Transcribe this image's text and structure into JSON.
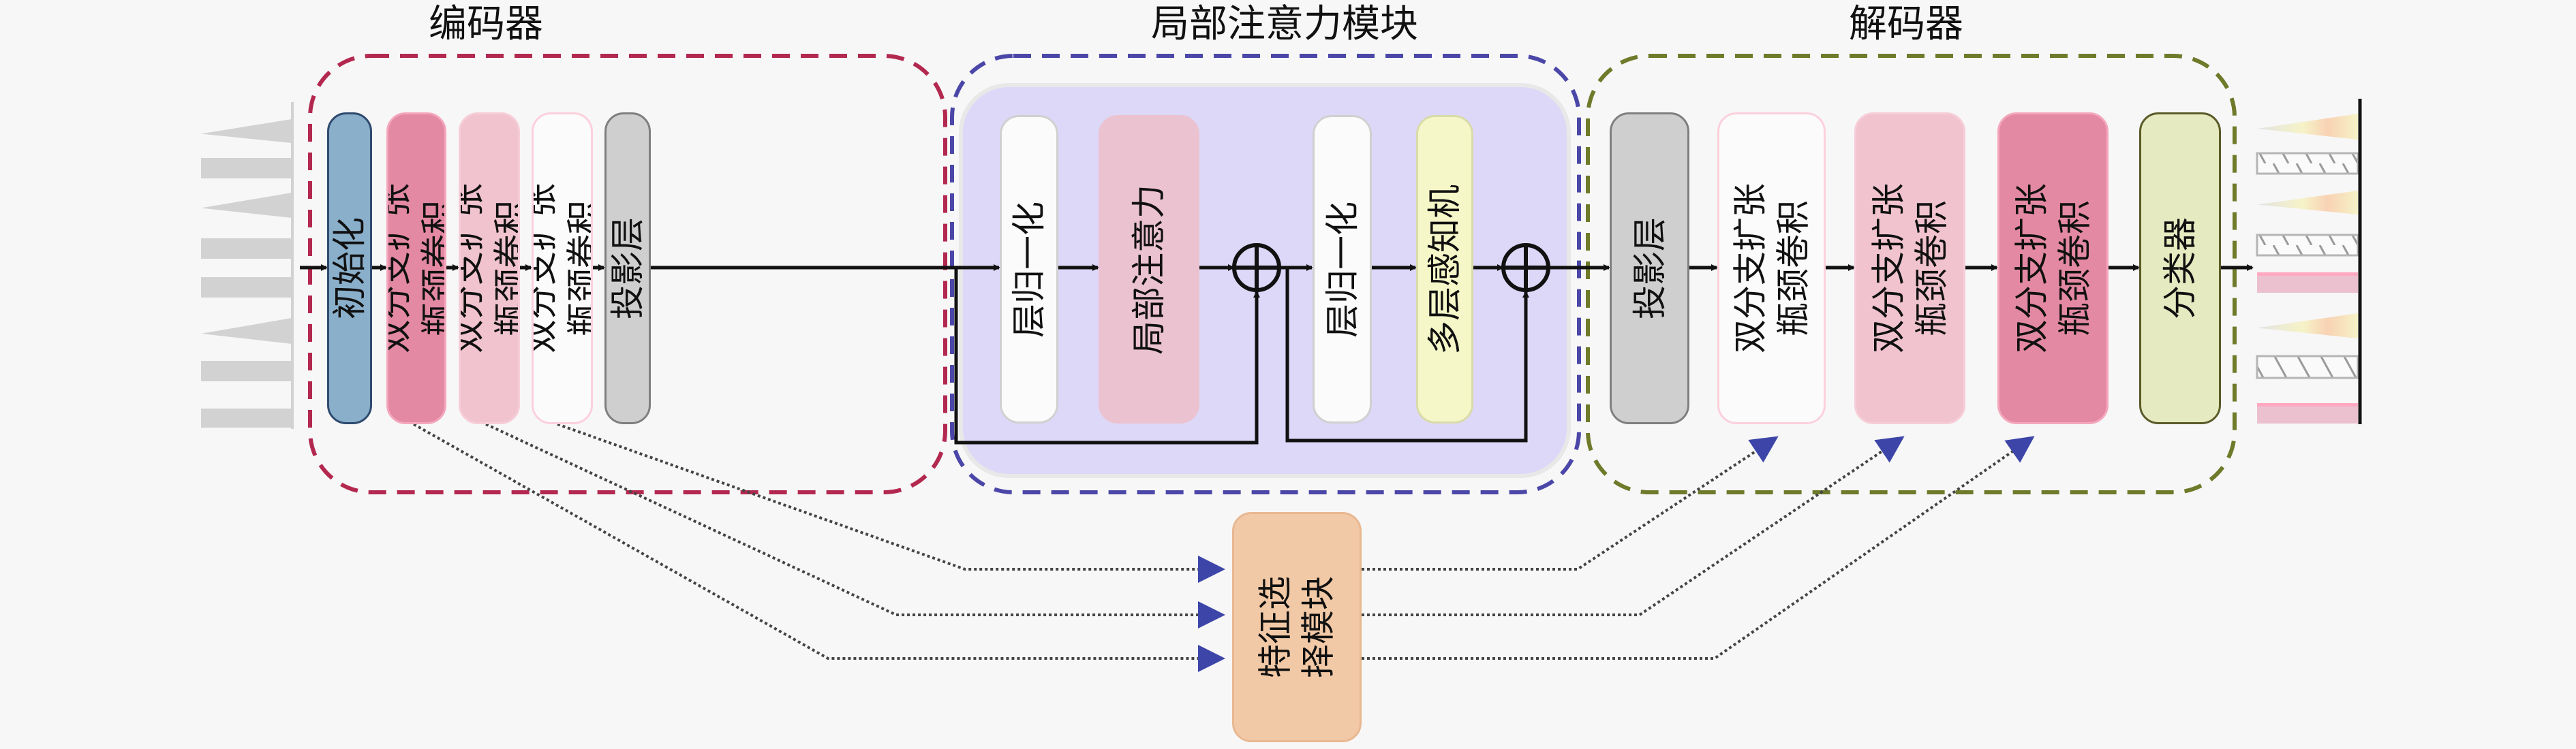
{
  "diagram": {
    "encoder": {
      "title": "编码器",
      "border_color": "#b3284f",
      "blocks": [
        {
          "lines": [
            "初始化"
          ],
          "fill": "#8aafcb",
          "border": "#2e4a6e"
        },
        {
          "lines": [
            "双分支扩张",
            "瓶颈卷积"
          ],
          "fill": "#e389a3",
          "border": "#f4a7bd"
        },
        {
          "lines": [
            "双分支扩张",
            "瓶颈卷积"
          ],
          "fill": "#f0c3cf",
          "border": "#f6cdd8"
        },
        {
          "lines": [
            "双分支扩张",
            "瓶颈卷积"
          ],
          "fill": "#fbfbfb",
          "border": "#fcd0dc"
        },
        {
          "lines": [
            "投影层"
          ],
          "fill": "#cfcfcf",
          "border": "#7f7f7f"
        }
      ]
    },
    "attention": {
      "title": "局部注意力模块",
      "border_color": "#4b47a8",
      "panel_fill": "#ddd8f8",
      "blocks": [
        {
          "lines": [
            "层归一化"
          ],
          "fill": "#fbfbfb",
          "border": "#d0d0d0"
        },
        {
          "lines": [
            "局部注意力"
          ],
          "fill": "#ebc2cf",
          "border": "#ebc2cf"
        },
        {
          "lines": [
            "层归一化"
          ],
          "fill": "#fbfbfb",
          "border": "#d0d0d0"
        },
        {
          "lines": [
            "多层感知机"
          ],
          "fill": "#f5f7c8",
          "border": "#d9dba8"
        }
      ],
      "adders": [
        "sum-1",
        "sum-2"
      ]
    },
    "decoder": {
      "title": "解码器",
      "border_color": "#6f7a2a",
      "blocks": [
        {
          "lines": [
            "投影层"
          ],
          "fill": "#cfcfcf",
          "border": "#7f7f7f"
        },
        {
          "lines": [
            "双分支扩张",
            "瓶颈卷积"
          ],
          "fill": "#fbfbfb",
          "border": "#fcd0dc"
        },
        {
          "lines": [
            "双分支扩张",
            "瓶颈卷积"
          ],
          "fill": "#f0c3cf",
          "border": "#f6cdd8"
        },
        {
          "lines": [
            "双分支扩张",
            "瓶颈卷积"
          ],
          "fill": "#e389a3",
          "border": "#f4a7bd"
        },
        {
          "lines": [
            "分类器"
          ],
          "fill": "#e6eac0",
          "border": "#5b5b2a"
        }
      ]
    },
    "feature_selection": {
      "lines": [
        "特征选",
        "择模块"
      ],
      "fill": "#f2c9a6",
      "border": "#e8b891"
    },
    "input_sequence": {
      "color": "#d2d2d2",
      "items": [
        "triangle",
        "rect",
        "triangle",
        "rect",
        "rect",
        "triangle",
        "rect",
        "rect"
      ]
    },
    "output_sequence": {
      "items": [
        "cone",
        "hatched",
        "cone",
        "hatched",
        "pink",
        "cone",
        "hatched",
        "pink"
      ],
      "colors": {
        "cone": "#f6f3c8",
        "cone_accent": "#f8d2b4",
        "hatched": "#fafafa",
        "hatch_line": "#9a9a9a",
        "pink": "#ecc1cf",
        "pink_edge": "#ffa8c2"
      }
    },
    "connector_colors": {
      "arrow": "#111111",
      "dotted": "#444444",
      "skip_arrowhead": "#3d46a8"
    }
  }
}
